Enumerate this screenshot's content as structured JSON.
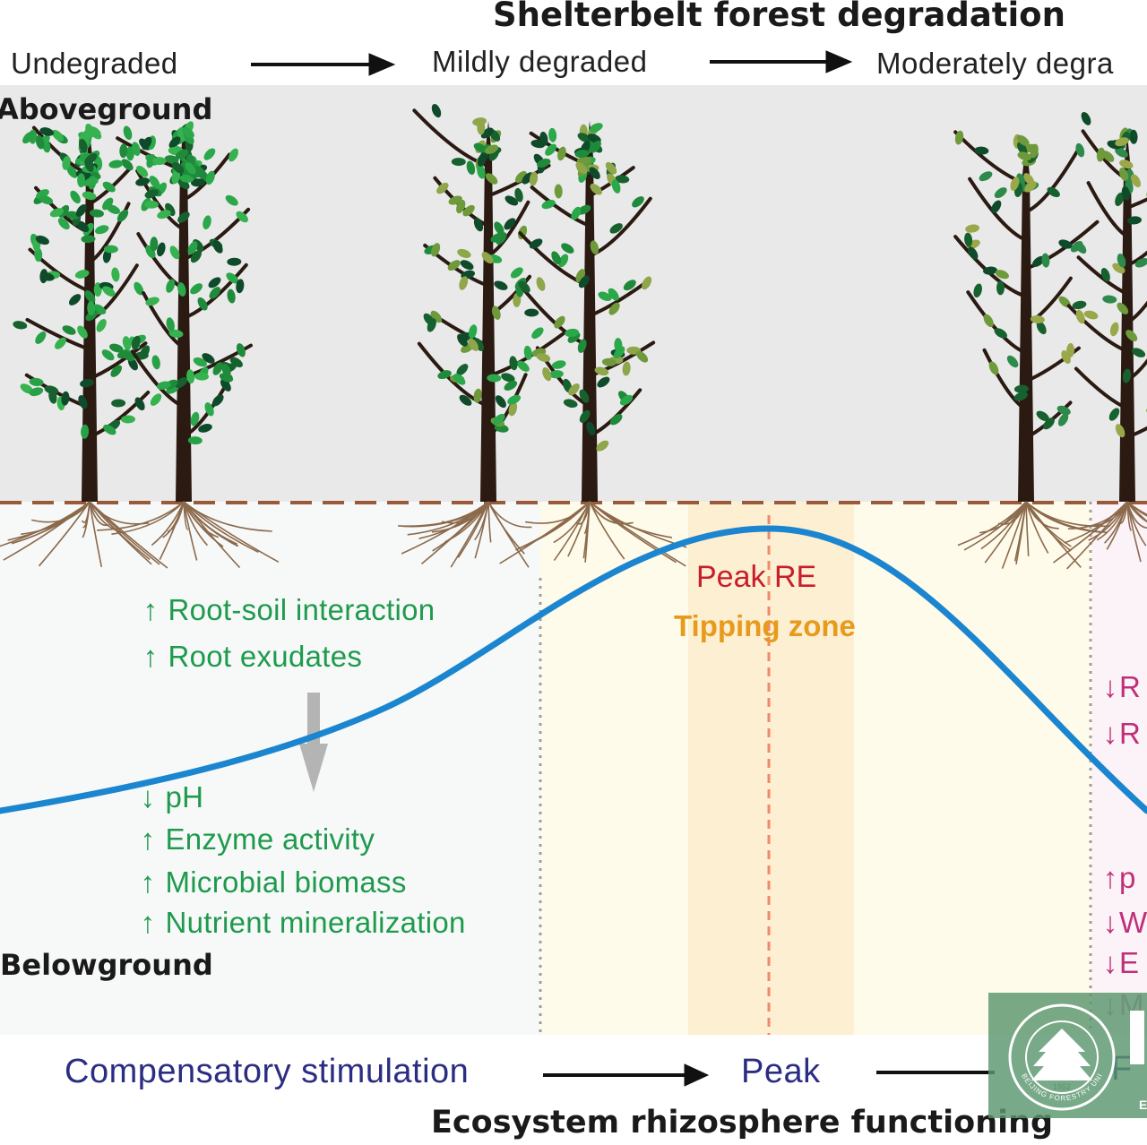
{
  "title": "Shelterbelt forest degradation",
  "stages": [
    "Undegraded",
    "Mildly degraded",
    "Moderately degra"
  ],
  "labels": {
    "aboveground": "Aboveground",
    "belowground": "Belowground"
  },
  "peak": {
    "re": "Peak RE",
    "tipping": "Tipping zone"
  },
  "left_up": [
    {
      "arrow": "↑",
      "text": "Root-soil interaction"
    },
    {
      "arrow": "↑",
      "text": "Root exudates"
    }
  ],
  "left_low": [
    {
      "arrow": "↓",
      "text": "pH"
    },
    {
      "arrow": "↑",
      "text": "Enzyme activity"
    },
    {
      "arrow": "↑",
      "text": "Microbial biomass"
    },
    {
      "arrow": "↑",
      "text": "Nutrient mineralization"
    }
  ],
  "right_up": [
    {
      "arrow": "↓",
      "text": "R"
    },
    {
      "arrow": "↓",
      "text": "R"
    }
  ],
  "right_low": [
    {
      "arrow": "↑",
      "text": "p"
    },
    {
      "arrow": "↓",
      "text": "W"
    },
    {
      "arrow": "↓",
      "text": "E"
    },
    {
      "arrow": "↓",
      "text": "M"
    }
  ],
  "bottom": {
    "compensatory": "Compensatory stimulation",
    "peak": "Peak",
    "right_fragment": "F",
    "subtitle": "Ecosystem rhizosphere functioning"
  },
  "logo": {
    "year": "1952",
    "ring_text": "BEIJING FORESTRY UNIVERSITY",
    "side_char": "E"
  },
  "colors": {
    "sky": "#e9e9ea",
    "soil": "#f6f9f8",
    "curve": "#1b86cf",
    "peak_re": "#c81e2c",
    "tipping": "#e79a1c",
    "green_text": "#1f9a4d",
    "magenta_text": "#c0307a",
    "bottom_text": "#2b2d82",
    "soil_line": "#9a5a3a"
  }
}
